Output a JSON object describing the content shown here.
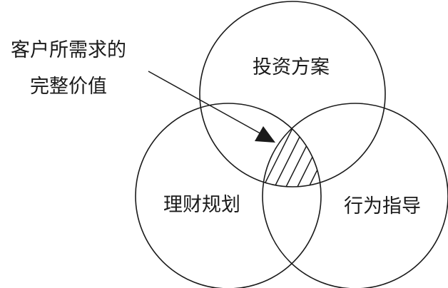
{
  "circles": {
    "top": "投资方案",
    "left": "理财规划",
    "right": "行为指导"
  },
  "annotation": {
    "line1": "客户所需求的",
    "line2": "完整价值"
  },
  "colors": {
    "stroke": "#1a1a1a",
    "background": "#ffffff"
  }
}
